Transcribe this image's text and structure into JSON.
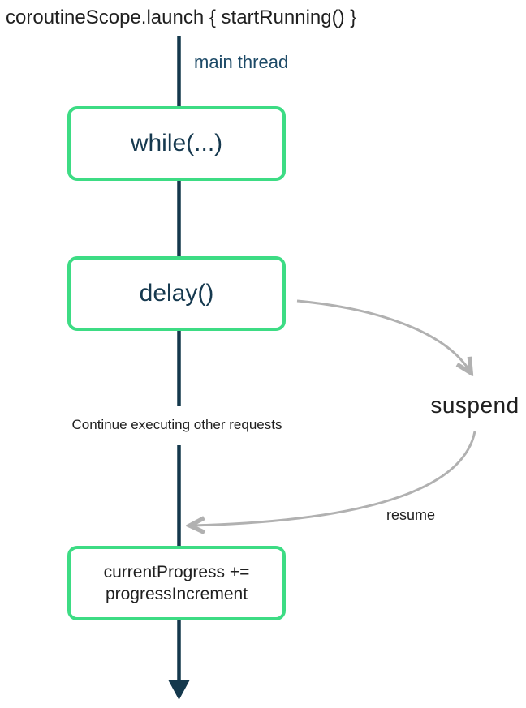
{
  "title": "coroutineScope.launch { startRunning() }",
  "diagram": {
    "thread_label": "main thread",
    "boxes": {
      "while_label": "while(...)",
      "delay_label": "delay()",
      "progress_line1": "currentProgress +=",
      "progress_line2": "progressIncrement"
    },
    "continue_note": "Continue executing other requests",
    "suspend_label": "suspend",
    "resume_label": "resume"
  },
  "colors": {
    "accent_green": "#3ddc84",
    "thread_navy": "#14384c",
    "thread_label_blue": "#1d4a67",
    "box_text_navy": "#16394f",
    "arrow_gray": "#b1b1b1",
    "text_dark": "#1f1f1f"
  }
}
